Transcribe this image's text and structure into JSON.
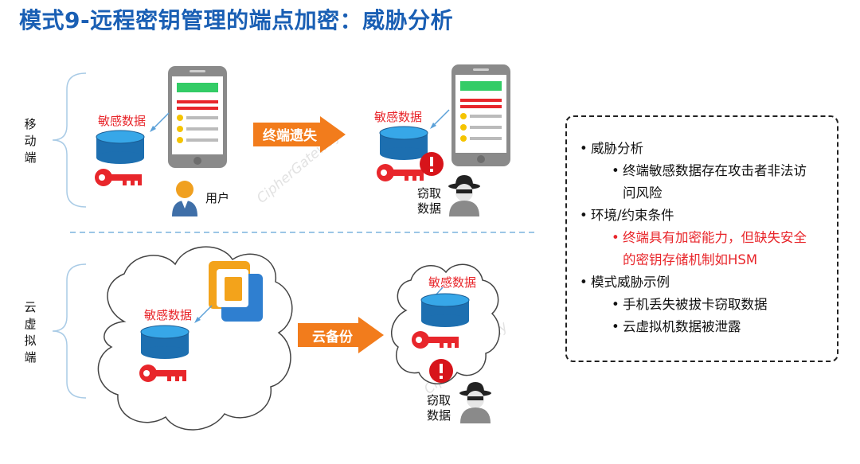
{
  "title": "模式9-远程密钥管理的端点加密：威胁分析",
  "mobile": {
    "section_label": [
      "移",
      "动",
      "端"
    ],
    "sensitive_label_left": "敏感数据",
    "user_label": "用户",
    "arrow_label": "终端遗失",
    "sensitive_label_right": "敏感数据",
    "steal_label": [
      "窃取",
      "数据"
    ]
  },
  "cloud": {
    "section_label": [
      "云",
      "虚",
      "拟",
      "端"
    ],
    "sensitive_label_left": "敏感数据",
    "arrow_label": "云备份",
    "sensitive_label_right": "敏感数据",
    "steal_label": [
      "窃取",
      "数据"
    ]
  },
  "info": {
    "items": [
      {
        "level": 1,
        "text": "威胁分析",
        "color": "#111111"
      },
      {
        "level": 2,
        "text": "终端敏感数据存在攻击者非法访",
        "color": "#111111"
      },
      {
        "level": 2,
        "text": "问风险",
        "color": "#111111",
        "continuation": true
      },
      {
        "level": 1,
        "text": "环境/约束条件",
        "color": "#111111"
      },
      {
        "level": 2,
        "text": "终端具有加密能力，但缺失安全",
        "color": "#e8262b"
      },
      {
        "level": 2,
        "text": "的密钥存储机制如HSM",
        "color": "#e8262b",
        "continuation": true
      },
      {
        "level": 1,
        "text": "模式威胁示例",
        "color": "#111111"
      },
      {
        "level": 2,
        "text": "手机丢失被拔卡窃取数据",
        "color": "#111111"
      },
      {
        "level": 2,
        "text": "云虚拟机数据被泄露",
        "color": "#111111"
      }
    ]
  },
  "watermark": "CipherGateway",
  "colors": {
    "title": "#1a5fb4",
    "accent_red": "#e8262b",
    "arrow_orange": "#f27c1c",
    "disk_blue": "#1d8fd1"
  }
}
